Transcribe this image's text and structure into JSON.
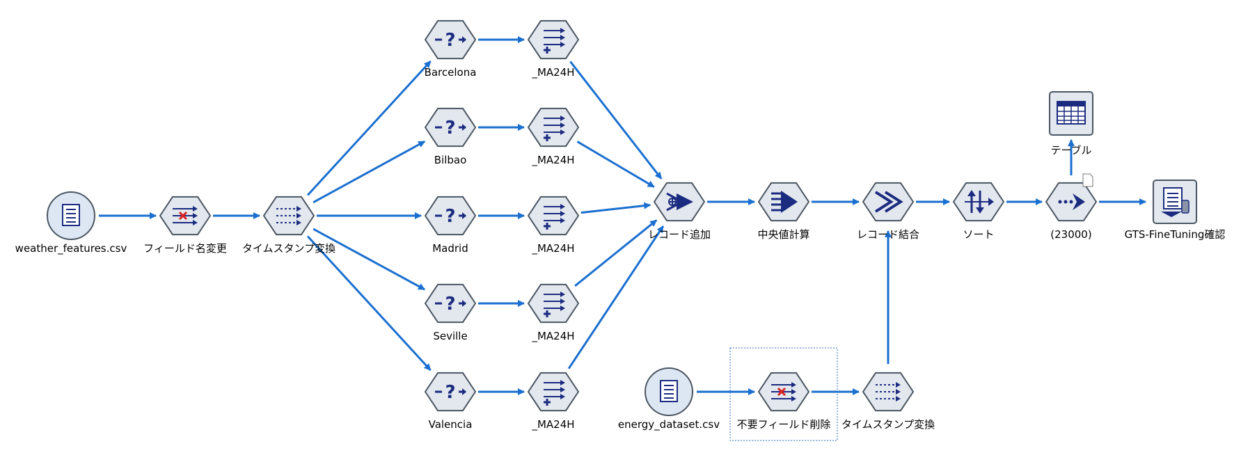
{
  "colors": {
    "edge": "#1a6fd0",
    "node_fill": "#e3e7ee",
    "node_stroke": "#4a5662",
    "glyph": "#1a2b80",
    "source_fill": "#dde6f3",
    "selection": "#2a6ebf"
  },
  "nodes": [
    {
      "id": "weather",
      "type": "source-file-icon",
      "label": "weather_features.csv"
    },
    {
      "id": "rename",
      "type": "filter-icon",
      "label": "フィールド名変更"
    },
    {
      "id": "ts1",
      "type": "derive-icon",
      "label": "タイムスタンプ変換"
    },
    {
      "id": "sel_barcelona",
      "type": "select-icon",
      "label": "Barcelona"
    },
    {
      "id": "sel_bilbao",
      "type": "select-icon",
      "label": "Bilbao"
    },
    {
      "id": "sel_madrid",
      "type": "select-icon",
      "label": "Madrid"
    },
    {
      "id": "sel_seville",
      "type": "select-icon",
      "label": "Seville"
    },
    {
      "id": "sel_valencia",
      "type": "select-icon",
      "label": "Valencia"
    },
    {
      "id": "ma_barcelona",
      "type": "derive-plus-icon",
      "label": "_MA24H"
    },
    {
      "id": "ma_bilbao",
      "type": "derive-plus-icon",
      "label": "_MA24H"
    },
    {
      "id": "ma_madrid",
      "type": "derive-plus-icon",
      "label": "_MA24H"
    },
    {
      "id": "ma_seville",
      "type": "derive-plus-icon",
      "label": "_MA24H"
    },
    {
      "id": "ma_valencia",
      "type": "derive-plus-icon",
      "label": "_MA24H"
    },
    {
      "id": "append",
      "type": "append-icon",
      "label": "レコード追加"
    },
    {
      "id": "median",
      "type": "aggregate-icon",
      "label": "中央値計算"
    },
    {
      "id": "merge",
      "type": "merge-icon",
      "label": "レコード結合"
    },
    {
      "id": "sort",
      "type": "sort-icon",
      "label": "ソート"
    },
    {
      "id": "sample",
      "type": "sample-icon",
      "label": "(23000)"
    },
    {
      "id": "table",
      "type": "table-icon",
      "label": "テーブル"
    },
    {
      "id": "gts",
      "type": "model-icon",
      "label": "GTS-FineTuning確認"
    },
    {
      "id": "energy",
      "type": "source-file-icon",
      "label": "energy_dataset.csv"
    },
    {
      "id": "drop",
      "type": "filter-icon",
      "label": "不要フィールド削除",
      "selected": true
    },
    {
      "id": "ts2",
      "type": "derive-icon",
      "label": "タイムスタンプ変換"
    }
  ],
  "edges": [
    [
      "weather",
      "rename"
    ],
    [
      "rename",
      "ts1"
    ],
    [
      "ts1",
      "sel_barcelona"
    ],
    [
      "ts1",
      "sel_bilbao"
    ],
    [
      "ts1",
      "sel_madrid"
    ],
    [
      "ts1",
      "sel_seville"
    ],
    [
      "ts1",
      "sel_valencia"
    ],
    [
      "sel_barcelona",
      "ma_barcelona"
    ],
    [
      "sel_bilbao",
      "ma_bilbao"
    ],
    [
      "sel_madrid",
      "ma_madrid"
    ],
    [
      "sel_seville",
      "ma_seville"
    ],
    [
      "sel_valencia",
      "ma_valencia"
    ],
    [
      "ma_barcelona",
      "append"
    ],
    [
      "ma_bilbao",
      "append"
    ],
    [
      "ma_madrid",
      "append"
    ],
    [
      "ma_seville",
      "append"
    ],
    [
      "ma_valencia",
      "append"
    ],
    [
      "append",
      "median"
    ],
    [
      "median",
      "merge"
    ],
    [
      "merge",
      "sort"
    ],
    [
      "sort",
      "sample"
    ],
    [
      "sample",
      "table"
    ],
    [
      "sample",
      "gts"
    ],
    [
      "energy",
      "drop"
    ],
    [
      "drop",
      "ts2"
    ],
    [
      "ts2",
      "merge"
    ]
  ]
}
